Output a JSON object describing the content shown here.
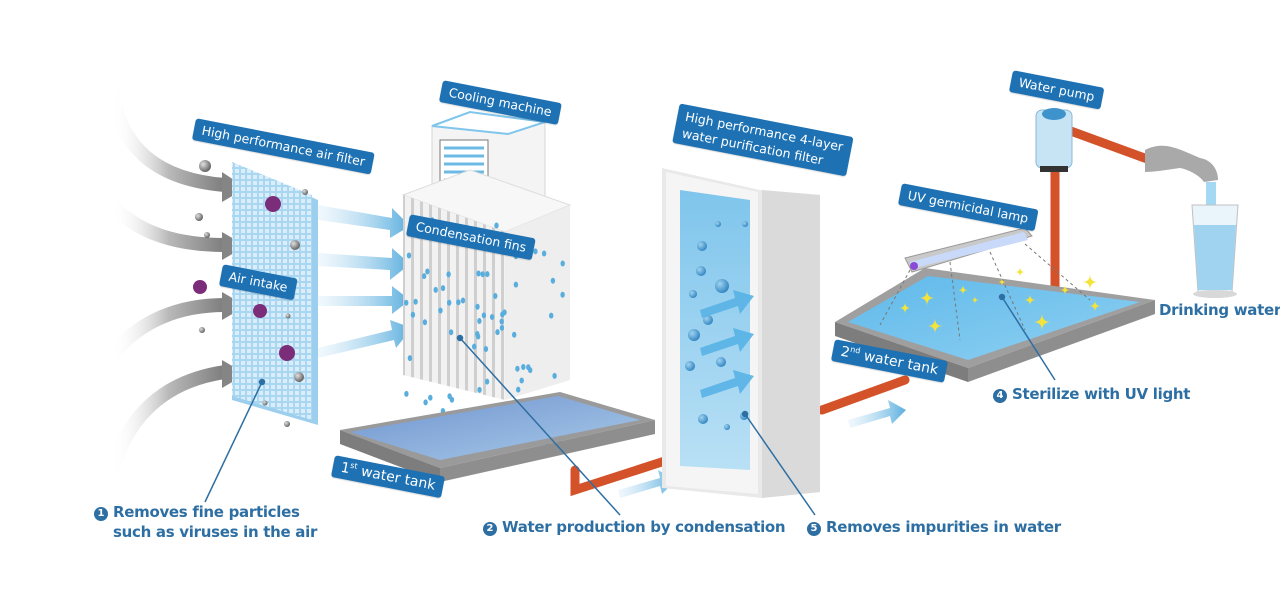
{
  "diagram": {
    "title": "Air-to-water generator process",
    "components": {
      "air_filter": "High performance air filter",
      "air_intake": "Air intake",
      "cooling_machine": "Cooling machine",
      "condensation_fins": "Condensation fins",
      "water_filter_line1": "High performance 4-layer",
      "water_filter_line2": "water purification filter",
      "water_pump": "Water pump",
      "uv_lamp": "UV germicidal lamp",
      "tank1_num": "1",
      "tank1_sup": "st",
      "tank1_label": " water tank",
      "tank2_num": "2",
      "tank2_sup": "nd",
      "tank2_label": " water tank",
      "drinking_water": "Drinking water"
    },
    "steps": [
      {
        "number": "1",
        "line1": "Removes fine particles",
        "line2": "such as viruses in the air"
      },
      {
        "number": "2",
        "line1": "Water production by condensation"
      },
      {
        "number": "5",
        "line1": "Removes impurities in water"
      },
      {
        "number": "4",
        "line1": "Sterilize with UV light"
      }
    ],
    "colors": {
      "label_blue": "#1e72b4",
      "caption_blue": "#2e6fa3",
      "pipe_orange": "#d4522a",
      "virus_purple": "#7b2d7a",
      "water_blue": "#5fb4e3",
      "sparkle_yellow": "#f3e33a"
    }
  }
}
